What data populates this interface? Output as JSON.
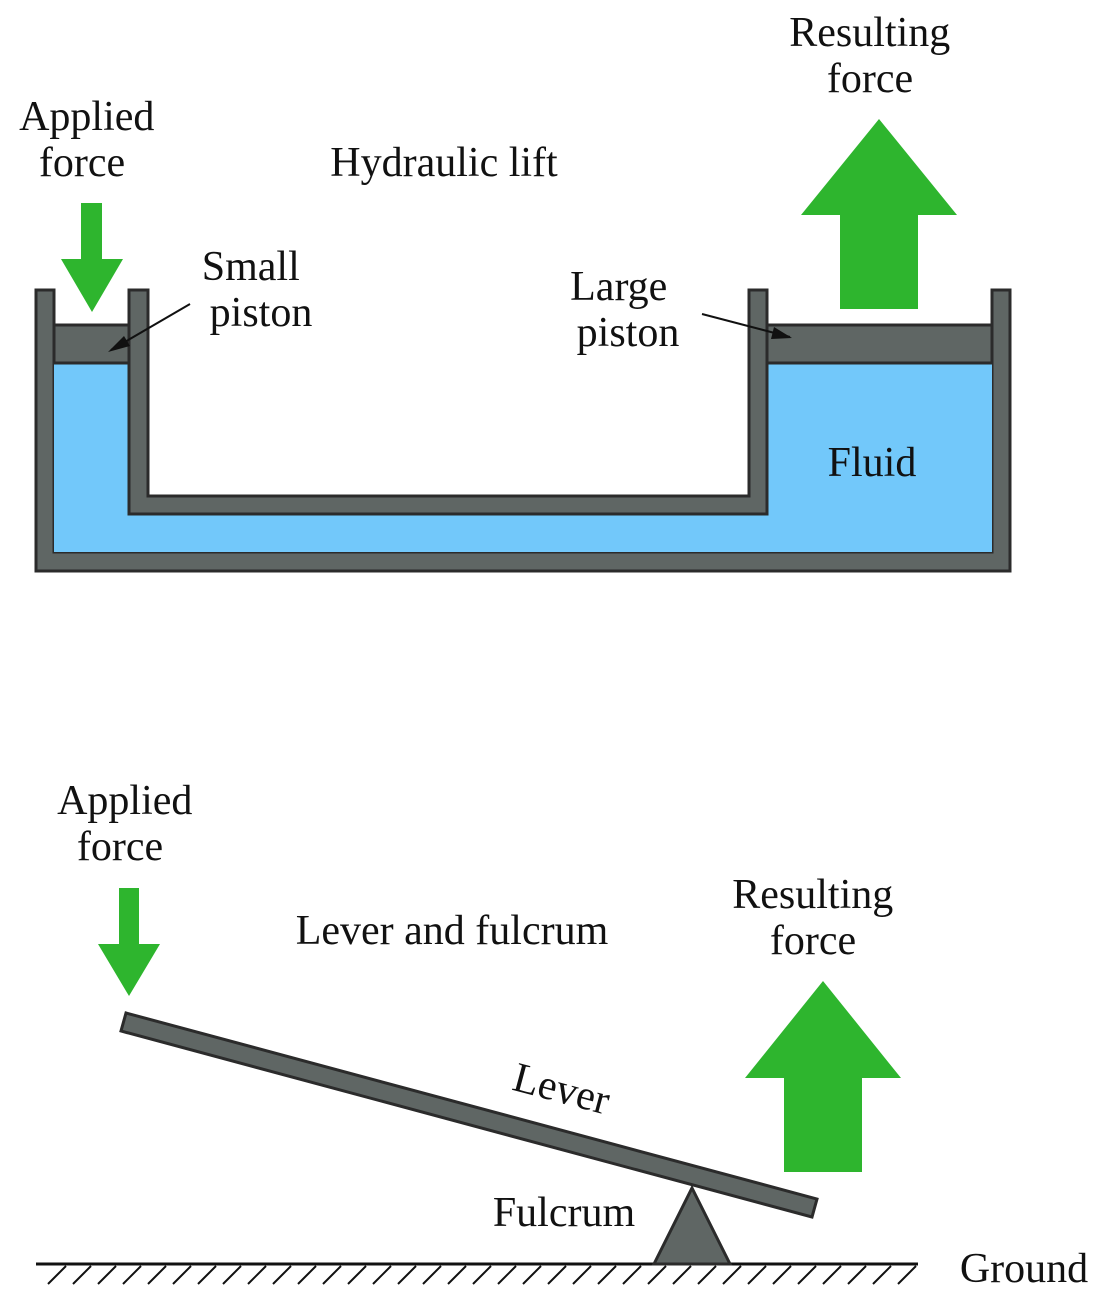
{
  "colors": {
    "fluid": "#72c8fa",
    "metal": "#5f6664",
    "outline": "#2b2b2b",
    "force_arrow": "#2eb52e"
  },
  "hydraulic": {
    "title": "Hydraulic lift",
    "applied_force": [
      "Applied",
      "force"
    ],
    "resulting_force": [
      "Resulting",
      "force"
    ],
    "small_piston": [
      "Small",
      "piston"
    ],
    "large_piston": [
      "Large",
      "piston"
    ],
    "fluid": "Fluid"
  },
  "lever": {
    "title": "Lever and fulcrum",
    "applied_force": [
      "Applied",
      "force"
    ],
    "resulting_force": [
      "Resulting",
      "force"
    ],
    "lever": "Lever",
    "fulcrum": "Fulcrum",
    "ground": "Ground"
  }
}
